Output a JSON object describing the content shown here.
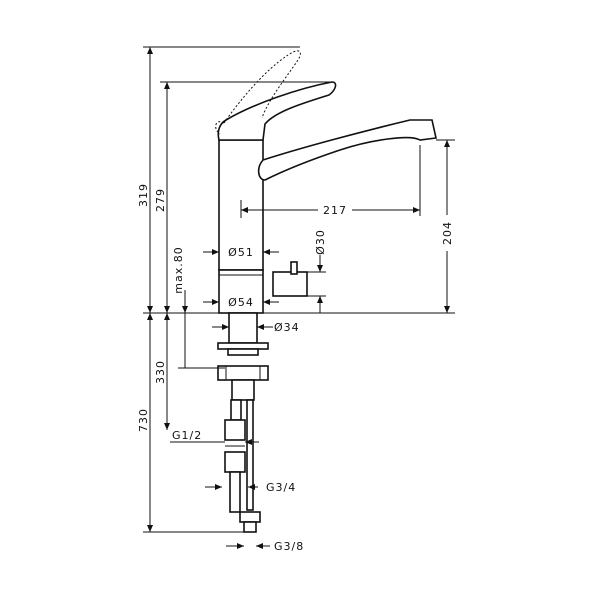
{
  "dimensions": {
    "total_height": "319",
    "spout_height": "279",
    "max_80": "max.80",
    "height_330": "330",
    "height_730": "730",
    "reach": "217",
    "spout_clearance": "204",
    "d51": "Ø51",
    "d54": "Ø54",
    "d30": "Ø30",
    "d34": "Ø34",
    "g12": "G1/2",
    "g34": "G3/4",
    "g38": "G3/8"
  }
}
